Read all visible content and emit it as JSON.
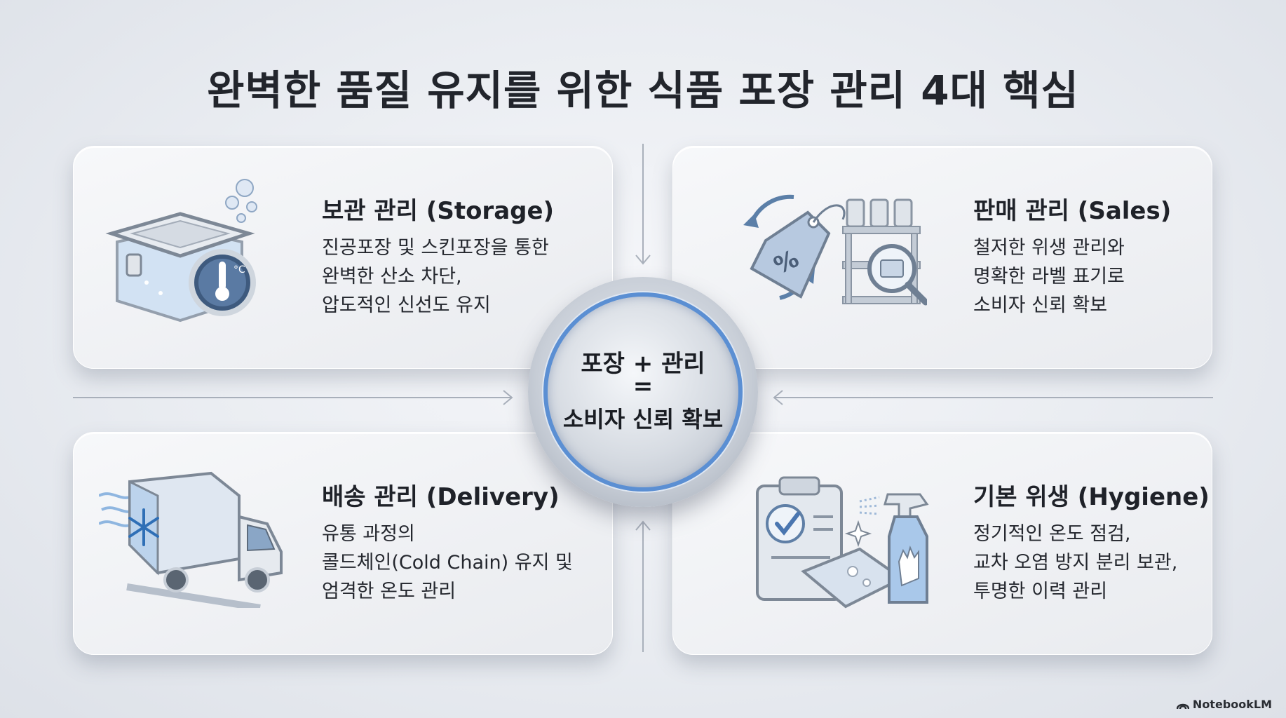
{
  "title": "완벽한 품질 유지를 위한 식품 포장 관리 4대 핵심",
  "center": {
    "line1": "포장 + 관리",
    "line2": "=",
    "line3": "소비자 신뢰 확보"
  },
  "cards": {
    "storage": {
      "title": "보관 관리 (Storage)",
      "lines": [
        "진공포장 및 스킨포장을 통한",
        "완벽한 산소 차단,",
        "압도적인 신선도 유지"
      ]
    },
    "sales": {
      "title": "판매 관리 (Sales)",
      "lines": [
        "철저한 위생 관리와",
        "명확한 라벨 표기로",
        "소비자 신뢰 확보"
      ]
    },
    "delivery": {
      "title": "배송 관리 (Delivery)",
      "lines": [
        "유통 과정의",
        "콜드체인(Cold Chain) 유지 및",
        "엄격한 온도 관리"
      ]
    },
    "hygiene": {
      "title": "기본 위생 (Hygiene)",
      "lines": [
        "정기적인 온도 점검,",
        "교차 오염 방지 분리 보관,",
        "투명한 이력 관리"
      ]
    }
  },
  "icons": {
    "storage": "container-thermometer-icon",
    "sales": "price-tag-shelf-magnifier-icon",
    "delivery": "refrigerated-truck-icon",
    "hygiene": "clipboard-spray-icon"
  },
  "watermark": "NotebookLM",
  "colors": {
    "accent": "#5b8fd3",
    "icon_blue": "#7aa6d8",
    "text": "#1f2229"
  }
}
